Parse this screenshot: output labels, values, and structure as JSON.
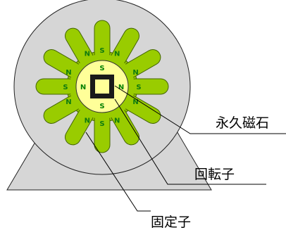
{
  "labels": {
    "permanent_magnet": "永久磁石",
    "rotor": "回転子",
    "stator": "固定子"
  },
  "stator_poles": [
    "N",
    "S",
    "N",
    "N",
    "S",
    "N",
    "N",
    "S",
    "N",
    "N",
    "S",
    "N"
  ],
  "rotor_poles": [
    "S",
    "N",
    "S",
    "N"
  ],
  "colors": {
    "housing": "#d6d6d6",
    "pole_green": "#99cc00",
    "pole_outline": "#446600",
    "rotor_ring": "#ffff99",
    "magnet": "#1a1a1a",
    "stator_text": "#0f7a0f",
    "rotor_text": "#008000",
    "line": "#000000"
  }
}
